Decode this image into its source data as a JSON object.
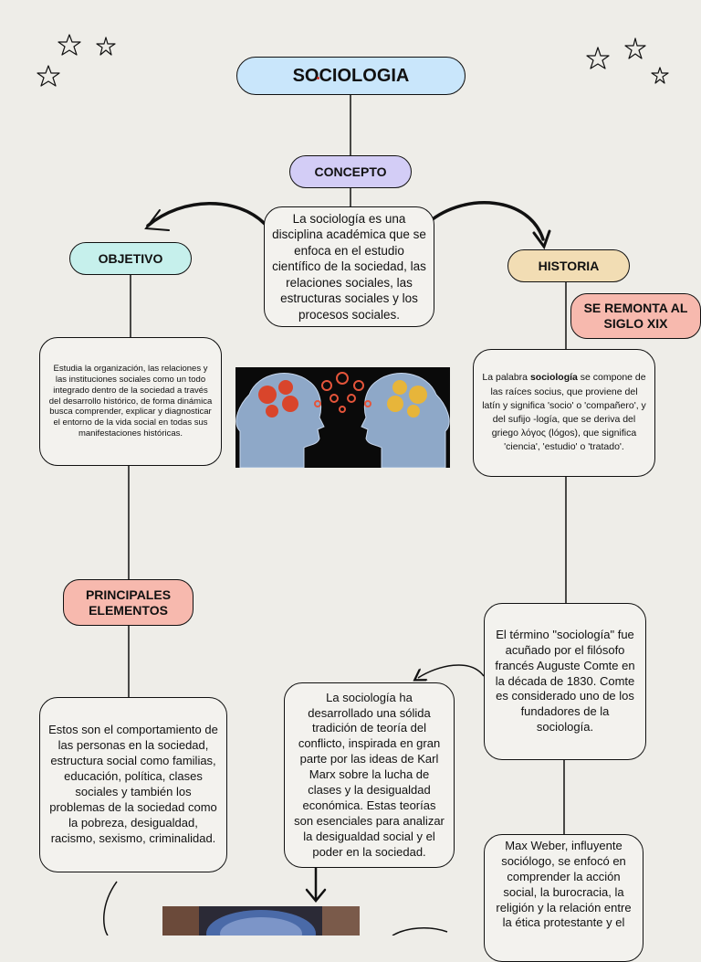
{
  "title": "SOCIOLOGIA",
  "concepto": {
    "label": "CONCEPTO",
    "text": "La sociología es una disciplina académica que se enfoca en el estudio científico de la sociedad, las relaciones sociales, las estructuras sociales y los procesos sociales."
  },
  "objetivo": {
    "label": "OBJETIVO",
    "text": "Estudia la organización, las relaciones y las instituciones sociales como un todo integrado dentro de la sociedad a través del desarrollo histórico, de forma dinámica busca comprender, explicar y diagnosticar el entorno de la vida social en todas sus manifestaciones históricas."
  },
  "historia": {
    "label": "HISTORIA",
    "subtitle": "SE REMONTA AL SIGLO XIX",
    "text_before": "La palabra ",
    "text_bold": "sociología",
    "text_after": " se compone de las raíces socius, que proviene del latín y significa 'socio' o 'compañero', y del sufijo -logía, que se deriva del griego λόγος (lógos), que significa 'ciencia', 'estudio' o 'tratado'."
  },
  "elementos": {
    "label": "PRINCIPALES ELEMENTOS",
    "text": "Estos son el comportamiento de las personas en la sociedad, estructura social como familias, educación, política, clases sociales y también los problemas de la sociedad como la pobreza, desigualdad, racismo, sexismo, criminalidad."
  },
  "marx": {
    "text": "La sociología ha desarrollado una sólida tradición de teoría del conflicto, inspirada en gran parte por las ideas de Karl Marx sobre la lucha de clases y la desigualdad económica. Estas teorías son esenciales para analizar la desigualdad social y el poder en la sociedad."
  },
  "comte": {
    "text": "El término \"sociología\" fue acuñado por el filósofo francés Auguste Comte en la década de 1830. Comte es considerado uno de los fundadores de la sociología."
  },
  "weber": {
    "text": "Max Weber, influyente sociólogo, se enfocó en comprender la acción social, la burocracia, la religión y la relación entre la ética protestante y el"
  },
  "colors": {
    "background": "#eeede8",
    "title_fill": "#c9e6fb",
    "concepto_fill": "#d3cdf6",
    "objetivo_fill": "#c6f0ec",
    "historia_fill": "#f2ddb4",
    "accent_fill": "#f7b9ae"
  },
  "icons": [
    "star-icon",
    "curved-arrow-icon",
    "down-arrow-icon"
  ]
}
